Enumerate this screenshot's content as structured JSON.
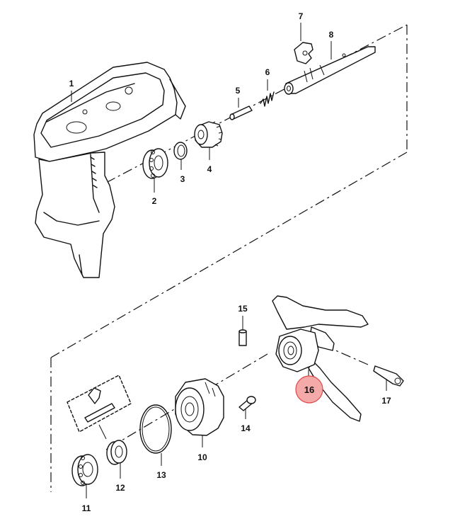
{
  "callouts": {
    "c1": "1",
    "c2": "2",
    "c3": "3",
    "c4": "4",
    "c5": "5",
    "c6": "6",
    "c7": "7",
    "c8": "8",
    "c10": "10",
    "c11": "11",
    "c12": "12",
    "c13": "13",
    "c14": "14",
    "c15": "15",
    "c16": "16",
    "c17": "17"
  },
  "highlight": {
    "color": "#f3aaa8",
    "border": "#e0484a",
    "part": "16"
  }
}
